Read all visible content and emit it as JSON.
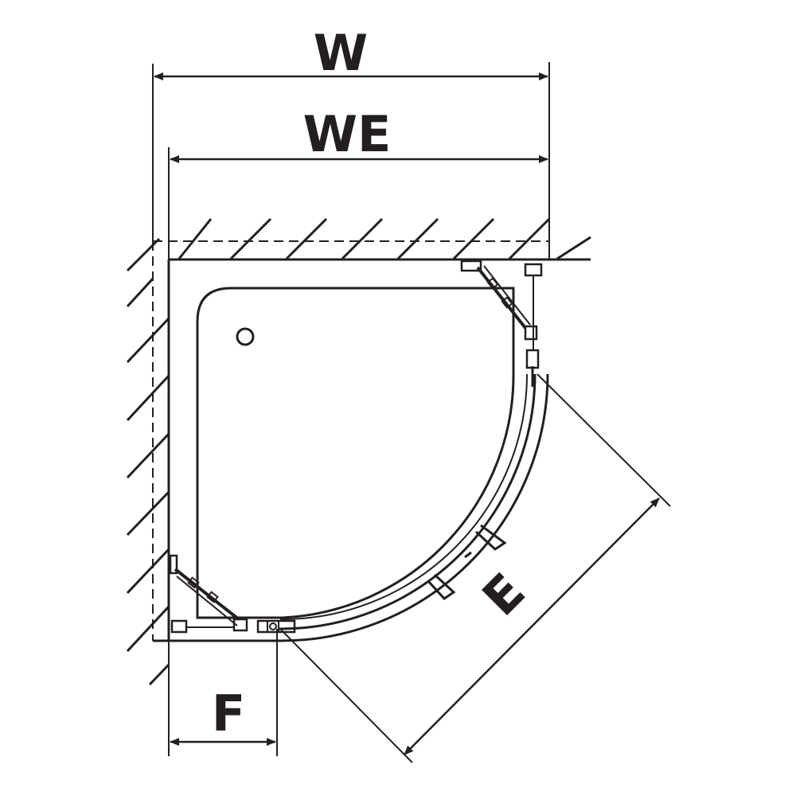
{
  "labels": {
    "width": "W",
    "width_entry": "WE",
    "diagonal_entry": "E",
    "side_offset": "F"
  },
  "colors": {
    "line": "#231f20",
    "background": "#ffffff"
  }
}
